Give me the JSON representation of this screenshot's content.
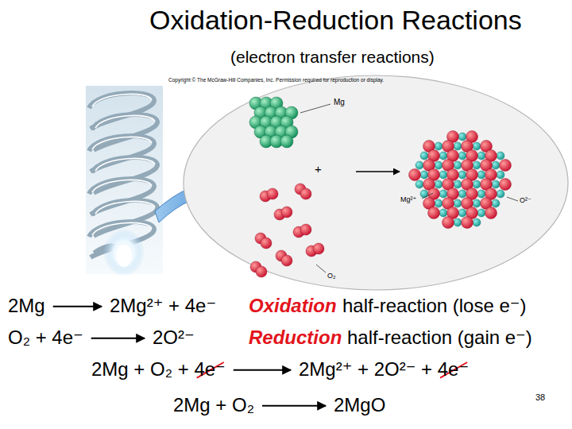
{
  "diagram": {
    "title": "Oxidation-Reduction Reactions",
    "labels": [
      "(electron transfer reactions)",
      "Copyright © The McGraw-Hill Companies, Inc. Permission required for reproduction or display.",
      "Mg",
      "+",
      "Mg²⁺",
      "O²⁻",
      "O₂",
      "2Mg",
      "2Mg²⁺ + 4e⁻",
      "Oxidation",
      "half-reaction (lose e⁻)",
      "O₂ + 4e⁻",
      "2O²⁻",
      "Reduction",
      "half-reaction (gain e⁻)",
      "2Mg + O₂ + 4e⁻",
      "2Mg²⁺ + 2O²⁻ + 4e⁻",
      "2Mg + O₂",
      "2MgO",
      "38"
    ]
  }
}
